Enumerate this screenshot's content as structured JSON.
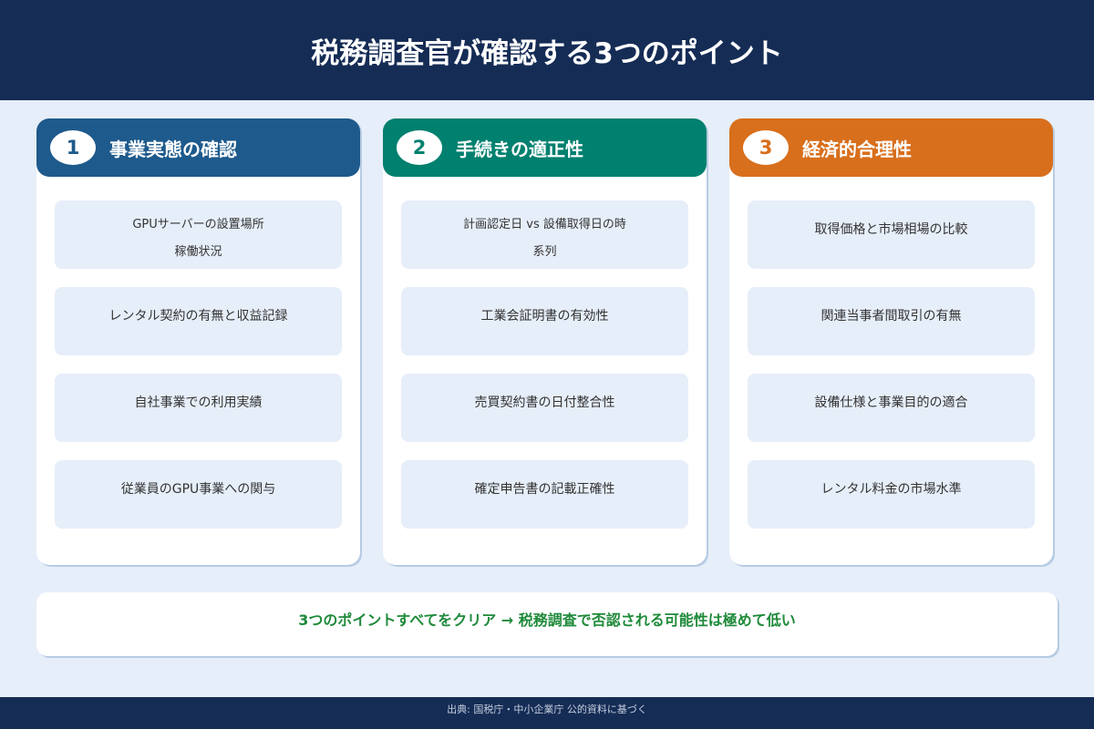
{
  "header": {
    "title": "税務調査官が確認する3つのポイント"
  },
  "colors": {
    "header_bg": "#152c55",
    "page_bg": "#e6eef9",
    "card1": "#1e5a8c",
    "card2": "#00806f",
    "card3": "#d86f1c",
    "summary_text": "#1f8a3a"
  },
  "cards": [
    {
      "number": "1",
      "title": "事業実態の確認",
      "items": [
        {
          "line1": "GPUサーバーの設置場所",
          "line2": "稼働状況"
        },
        {
          "line1": "レンタル契約の有無と収益記録"
        },
        {
          "line1": "自社事業での利用実績"
        },
        {
          "line1": "従業員のGPU事業への関与"
        }
      ]
    },
    {
      "number": "2",
      "title": "手続きの適正性",
      "items": [
        {
          "line1": "計画認定日 vs 設備取得日の時",
          "line2": "系列"
        },
        {
          "line1": "工業会証明書の有効性"
        },
        {
          "line1": "売買契約書の日付整合性"
        },
        {
          "line1": "確定申告書の記載正確性"
        }
      ]
    },
    {
      "number": "3",
      "title": "経済的合理性",
      "items": [
        {
          "line1": "取得価格と市場相場の比較"
        },
        {
          "line1": "関連当事者間取引の有無"
        },
        {
          "line1": "設備仕様と事業目的の適合"
        },
        {
          "line1": "レンタル料金の市場水準"
        }
      ]
    }
  ],
  "summary": {
    "text": "3つのポイントすべてをクリア → 税務調査で否認される可能性は極めて低い"
  },
  "footer": {
    "source": "出典: 国税庁・中小企業庁 公的資料に基づく"
  }
}
